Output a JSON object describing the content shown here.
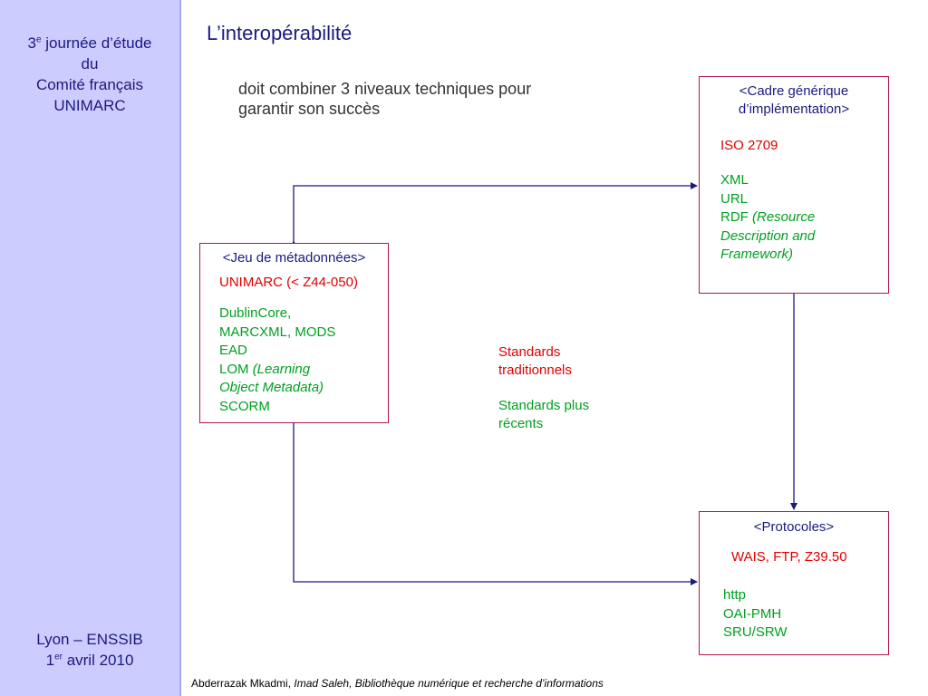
{
  "sidebar": {
    "event_line1_prefix": "3",
    "event_line1_sup": "e",
    "event_line1_suffix": " journée d’étude",
    "event_line2": "du",
    "event_line3": "Comité français",
    "event_line4": "UNIMARC",
    "place": "Lyon – ENSSIB",
    "date_prefix": "1",
    "date_sup": "er",
    "date_suffix": " avril 2010"
  },
  "title": "L’interopérabilité",
  "subtitle": {
    "line1": "doit combiner 3 niveaux techniques pour",
    "line2": "garantir son succès"
  },
  "box_jeu": {
    "header": "<Jeu de métadonnées>",
    "traditional": "UNIMARC (< Z44-050)",
    "recent": [
      {
        "text": "DublinCore,",
        "italic": ""
      },
      {
        "text": "MARCXML, MODS",
        "italic": ""
      },
      {
        "text": "EAD",
        "italic": ""
      },
      {
        "text": "LOM ",
        "italic": "(Learning"
      },
      {
        "text": "",
        "italic": "Object Metadata)"
      },
      {
        "text": "SCORM",
        "italic": ""
      }
    ]
  },
  "box_cadre": {
    "header_line1": "<Cadre générique",
    "header_line2": "d’implémentation>",
    "traditional": "ISO 2709",
    "recent": [
      {
        "text": "XML",
        "italic": ""
      },
      {
        "text": "URL",
        "italic": ""
      },
      {
        "text": "RDF ",
        "italic": "(Resource"
      },
      {
        "text": "",
        "italic": "Description and"
      },
      {
        "text": "",
        "italic": "Framework)"
      }
    ]
  },
  "box_proto": {
    "header": "<Protocoles>",
    "traditional": "WAIS, FTP, Z39.50",
    "recent": [
      {
        "text": "http",
        "italic": ""
      },
      {
        "text": "OAI-PMH",
        "italic": ""
      },
      {
        "text": "SRU/SRW",
        "italic": ""
      }
    ]
  },
  "legend": {
    "traditional_line1": "Standards",
    "traditional_line2": "traditionnels",
    "recent_line1": "Standards plus",
    "recent_line2": "récents"
  },
  "footer": {
    "author": "Abderrazak Mkadmi, ",
    "reference": "Imad Saleh, Bibliothèque numérique et recherche d’informations"
  },
  "colors": {
    "traditional": "#e00000",
    "recent": "#00a020",
    "heading": "#1a1a80",
    "box_border": "#b01550",
    "arrow": "#1a1a80",
    "sidebar": "#ccccff"
  }
}
